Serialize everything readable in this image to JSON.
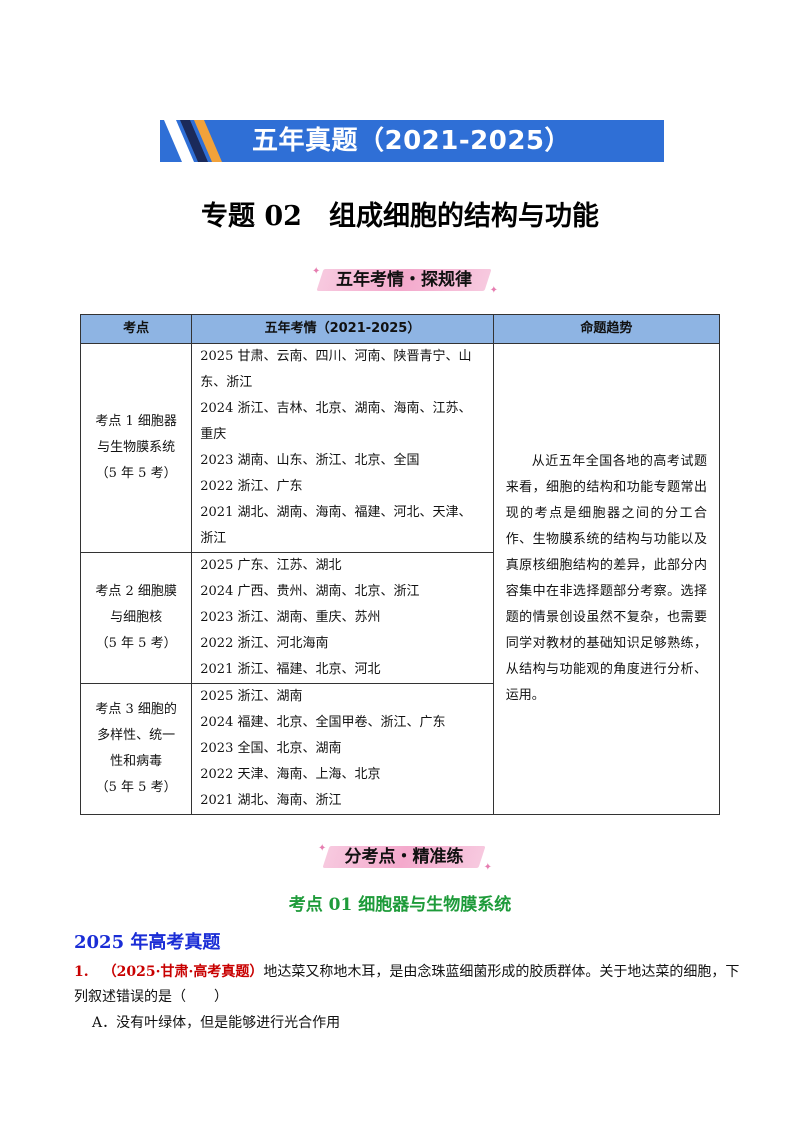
{
  "banner": {
    "title": "五年真题（2021-2025）"
  },
  "main_title": "专题 02　组成细胞的结构与功能",
  "section1_ribbon": "五年考情・探规律",
  "table": {
    "headers": [
      "考点",
      "五年考情（2021-2025）",
      "命题趋势"
    ],
    "rows": [
      {
        "topic": [
          "考点 1 细胞器",
          "与生物膜系统",
          "（5 年 5 考）"
        ],
        "years": [
          "2025 甘肃、云南、四川、河南、陕晋青宁、山",
          "东、浙江",
          "2024 浙江、吉林、北京、湖南、海南、江苏、",
          "重庆",
          "2023 湖南、山东、浙江、北京、全国",
          "2022 浙江、广东",
          "2021 湖北、湖南、海南、福建、河北、天津、",
          "浙江"
        ]
      },
      {
        "topic": [
          "考点 2 细胞膜",
          "与细胞核",
          "（5 年 5 考）"
        ],
        "years": [
          "2025 广东、江苏、湖北",
          "2024 广西、贵州、湖南、北京、浙江",
          "2023 浙江、湖南、重庆、苏州",
          "2022 浙江、河北海南",
          "2021 浙江、福建、北京、河北"
        ]
      },
      {
        "topic": [
          "考点 3 细胞的",
          "多样性、统一",
          "性和病毒",
          "（5 年 5 考）"
        ],
        "years": [
          "2025 浙江、湖南",
          "2024 福建、北京、全国甲卷、浙江、广东",
          "2023 全国、北京、湖南",
          "2022 天津、海南、上海、北京",
          "2021 湖北、海南、浙江"
        ]
      }
    ],
    "trend": "从近五年全国各地的高考试题来看，细胞的结构和功能专题常出现的考点是细胞器之间的分工合作、生物膜系统的结构与功能以及真原核细胞结构的差异，此部分内容集中在非选择题部分考察。选择题的情景创设虽然不复杂，也需要同学对教材的基础知识足够熟练，从结构与功能观的角度进行分析、运用。"
  },
  "section2_ribbon": "分考点・精准练",
  "point_heading": "考点 01  细胞器与生物膜系统",
  "year_heading": "2025 年高考真题",
  "question": {
    "number": "1.",
    "source": "（2025·甘肃·高考真题）",
    "stem_line1": "地达菜又称地木耳，是由念珠蓝细菌形成的胶质群体。关于地达菜的细胞，下",
    "stem_line2": "列叙述错误的是（　　）",
    "option_a": "A．没有叶绿体，但是能够进行光合作用"
  },
  "colors": {
    "banner_blue": "#2f6fd6",
    "header_blue": "#8eb4e3",
    "ribbon_pink": "#f4a9cc",
    "point_green": "#1e9b3a",
    "year_blue": "#1a2dd6",
    "question_red": "#c80000"
  }
}
